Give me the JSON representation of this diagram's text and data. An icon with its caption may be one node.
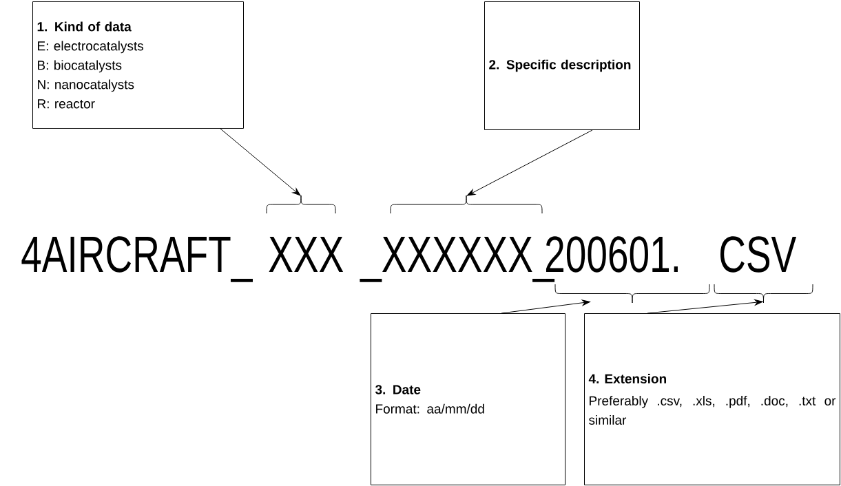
{
  "diagram": {
    "nodes": [
      {
        "text": [
          "1.   Kind of data",
          "E: electrocatalysts",
          "B: biocatalysts",
          "N: nanocatalysts",
          "R: reactor"
        ]
      },
      {
        "text": [
          "2. Specific description"
        ]
      },
      {
        "text": [
          "3. Date",
          "Format:  aa/mm/dd"
        ]
      },
      {
        "text": [
          "4. Extension",
          "Preferably .csv, .xls, .pdf, .doc, .txt or similar"
        ]
      },
      {
        "text": [],
        "shape": "brace"
      },
      {
        "text": [],
        "shape": "brace"
      },
      {
        "text": [],
        "shape": "brace"
      },
      {
        "text": [],
        "shape": "brace"
      }
    ],
    "edges": [
      {
        "from": 0,
        "to": 4,
        "arrow": "to"
      },
      {
        "from": 1,
        "to": 5,
        "arrow": "to"
      },
      {
        "from": 2,
        "to": 6,
        "arrow": "to"
      },
      {
        "from": 3,
        "to": 7,
        "arrow": "to"
      }
    ],
    "labels": [
      "4AIRCRAFT_",
      "XXX",
      "_XXXXXX_",
      "200601.",
      "CSV"
    ]
  }
}
